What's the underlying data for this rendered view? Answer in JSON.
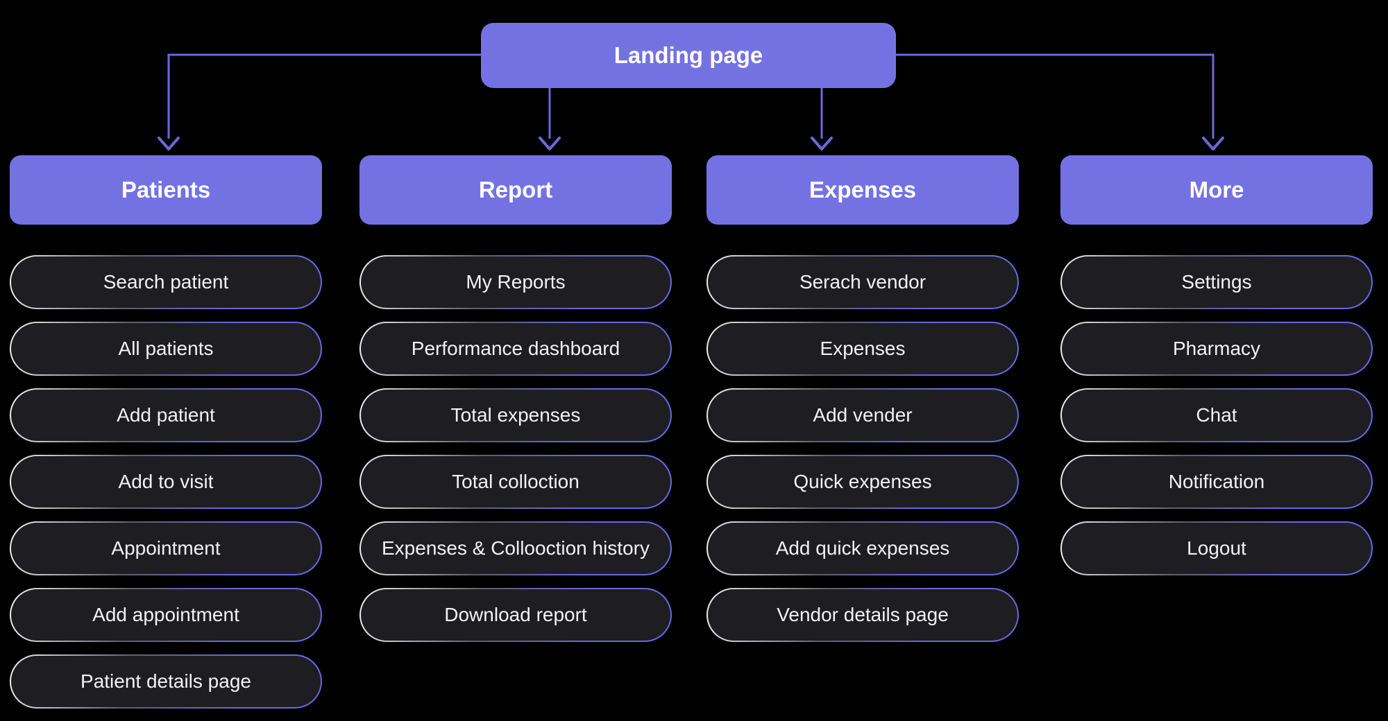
{
  "root": {
    "label": "Landing page"
  },
  "colors": {
    "accent": "#7472E3",
    "connector": "#6B68DC",
    "pill_bg": "#1E1E22",
    "pill_border": "#6C66E4",
    "background": "#000000",
    "text": "#FFFFFF"
  },
  "columns": [
    {
      "id": "patients",
      "label": "Patients",
      "items": [
        "Search patient",
        "All patients",
        "Add patient",
        "Add to visit",
        "Appointment",
        "Add appointment",
        "Patient details page"
      ]
    },
    {
      "id": "report",
      "label": "Report",
      "items": [
        "My Reports",
        "Performance dashboard",
        "Total expenses",
        "Total colloction",
        "Expenses & Collooction history",
        "Download report"
      ]
    },
    {
      "id": "expenses",
      "label": "Expenses",
      "items": [
        "Serach vendor",
        "Expenses",
        "Add vender",
        "Quick expenses",
        "Add quick expenses",
        "Vendor details page"
      ]
    },
    {
      "id": "more",
      "label": "More",
      "items": [
        "Settings",
        "Pharmacy",
        "Chat",
        "Notification",
        "Logout"
      ]
    }
  ]
}
